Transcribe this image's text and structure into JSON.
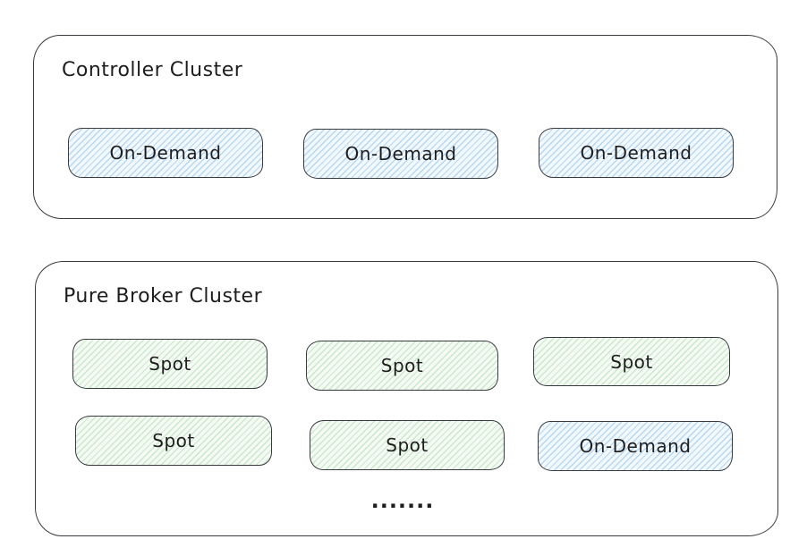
{
  "diagram": {
    "background": "#ffffff",
    "colors": {
      "background": "#ffffff",
      "stroke": "#383c40",
      "text": "#1e1e1e",
      "on_demand_hatch": "#b8d7f0",
      "on_demand_bg": "#f1f8fe",
      "spot_hatch": "#c9e8ca",
      "spot_bg": "#f5fbf4"
    },
    "clusters": [
      {
        "title": "Controller Cluster",
        "rows": [
          {
            "nodes": [
              {
                "label": "On-Demand",
                "type": "on-demand"
              },
              {
                "label": "On-Demand",
                "type": "on-demand"
              },
              {
                "label": "On-Demand",
                "type": "on-demand"
              }
            ]
          }
        ]
      },
      {
        "title": "Pure Broker Cluster",
        "rows": [
          {
            "nodes": [
              {
                "label": "Spot",
                "type": "spot"
              },
              {
                "label": "Spot",
                "type": "spot"
              },
              {
                "label": "Spot",
                "type": "spot"
              }
            ]
          },
          {
            "nodes": [
              {
                "label": "Spot",
                "type": "spot"
              },
              {
                "label": "Spot",
                "type": "spot"
              },
              {
                "label": "On-Demand",
                "type": "on-demand"
              }
            ]
          }
        ],
        "ellipsis": "......."
      }
    ]
  }
}
